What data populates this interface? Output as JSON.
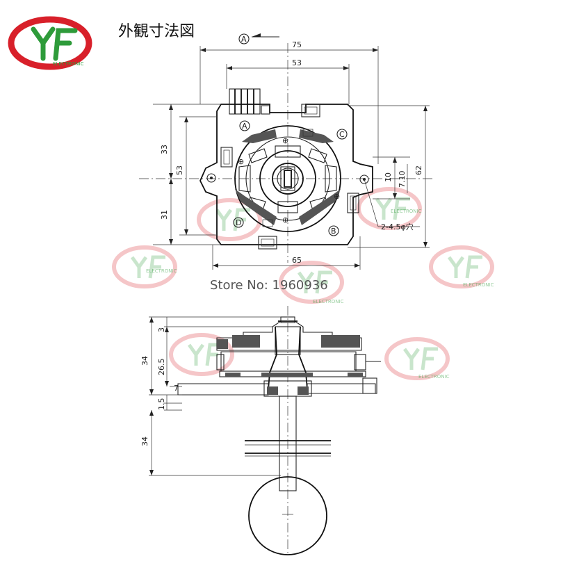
{
  "logo": {
    "brand_text": "ELECTRONIC",
    "colors": {
      "ring": "#d8202a",
      "letters": "#2e9b3a"
    }
  },
  "title": "外観寸法図",
  "store_text": "Store No: 1960936",
  "watermark_text": "ELECTRONIC",
  "direction_marker": "A",
  "top_view": {
    "dims": {
      "overall_width": "75",
      "inner_width": "53",
      "bottom_width": "65",
      "left_upper": "33",
      "left_total": "53",
      "left_lower": "31",
      "right_total": "62",
      "right_small": "10",
      "right_mid": "7.10",
      "hole_note": "2-4.5φ穴"
    },
    "switch_labels": [
      "A",
      "B",
      "C",
      "D"
    ]
  },
  "side_view": {
    "dims": {
      "d_top": "3",
      "d_34_upper": "34",
      "d_265": "26.5",
      "d_7": "7",
      "d_15": "1.5",
      "d_34_lower": "34"
    }
  }
}
